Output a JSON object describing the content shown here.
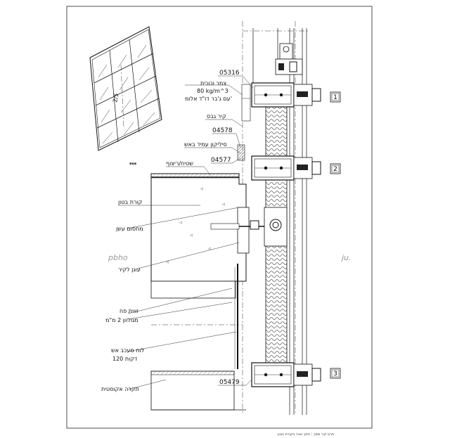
{
  "annotations": {
    "code_top": "05316",
    "sealant_line1": "צמר וכוכית",
    "sealant_line2": "80 kg/m^3",
    "sealant_line3": "עם ג'בר דו\"ד אלומ'",
    "drywall": "קיר גבס",
    "code_mid1": "04578",
    "fire_silicone": "סיליקון עמיד באש",
    "code_mid2": "04577",
    "floor_finish": "שטיח/ריצוף",
    "concrete_beam": "קורת בטון",
    "mesh": "מחסום עשן",
    "anchor": "עוגן לקיר",
    "angle_line1": "זווית פח",
    "angle_line2": "מגולוון 2 מ\"מ",
    "board_line1": "לוח מעכב אש",
    "board_line2": "120 דקות",
    "ceiling": "תקרה אקוסטית",
    "code_bottom": "05479"
  },
  "markers": [
    "1",
    "2",
    "3"
  ],
  "faint_left": "pbho",
  "faint_right": "ju.",
  "iso_label": "2/5",
  "footer": "פרט קיר מסך - חתך אנכי בקורת בטון"
}
